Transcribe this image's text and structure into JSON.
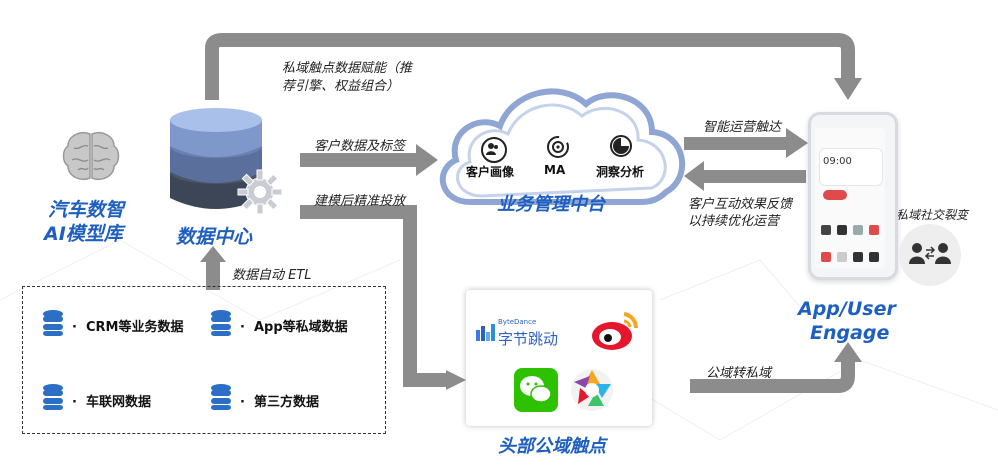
{
  "ai_model": {
    "line1": "汽车数智",
    "line2": "AI模型库"
  },
  "data_center": {
    "title": "数据中心"
  },
  "labels": {
    "private_touch": "私域触点数据赋能（推",
    "private_touch2": "荐引擎、权益组合）",
    "customer_data": "客户数据及标签",
    "modeling": "建模后精准投放",
    "etl": "数据自动 ETL",
    "smart_ops": "智能运营触达",
    "feedback1": "客户互动效果反馈",
    "feedback2": "以持续优化运营",
    "public_to_private": "公域转私域",
    "social_fission": "私域社交裂变"
  },
  "sources": [
    "CRM等业务数据",
    "App等私域数据",
    "车联网数据",
    "第三方数据"
  ],
  "middle_platform": {
    "title": "业务管理中台",
    "items": [
      "客户画像",
      "MA",
      "洞察分析"
    ]
  },
  "public_touch": {
    "title": "头部公域触点",
    "bytedance_en": "ByteDance",
    "bytedance_cn": "字节跳动"
  },
  "app": {
    "line1": "App/User",
    "line2": "Engage",
    "clock": "09:00"
  },
  "colors": {
    "blue": "#1f5fbf",
    "arrow": "#8c8c8c",
    "db_top": "#8aa6d8",
    "db_mid": "#5b6f9c",
    "db_bot": "#3c4656"
  }
}
